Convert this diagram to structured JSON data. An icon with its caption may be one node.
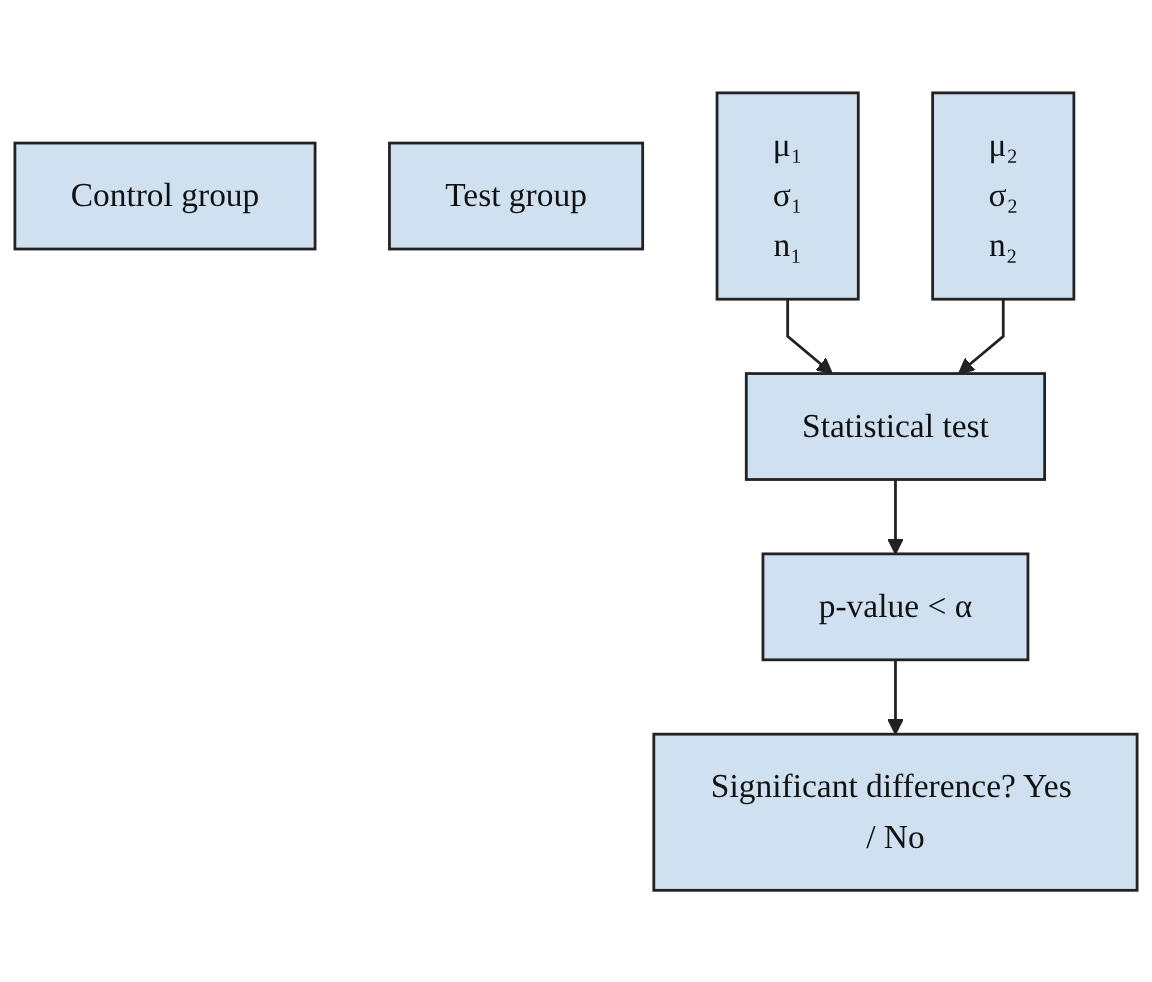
{
  "diagram": {
    "nodes": [
      {
        "text": [
          "Control group"
        ]
      },
      {
        "text": [
          "Test group"
        ]
      },
      {
        "text": [
          "μ₁",
          "σ₁",
          "n₁"
        ]
      },
      {
        "text": [
          "μ₂",
          "σ₂",
          "n₂"
        ]
      },
      {
        "text": [
          "Statistical test"
        ]
      },
      {
        "text": [
          "p-value < α"
        ]
      },
      {
        "text": [
          "Significant difference? Yes / No"
        ]
      }
    ],
    "edges": [
      {
        "from": 2,
        "to": 4,
        "arrow": "to"
      },
      {
        "from": 3,
        "to": 4,
        "arrow": "to"
      },
      {
        "from": 4,
        "to": 5,
        "arrow": "to"
      },
      {
        "from": 5,
        "to": 6,
        "arrow": "to"
      }
    ]
  }
}
